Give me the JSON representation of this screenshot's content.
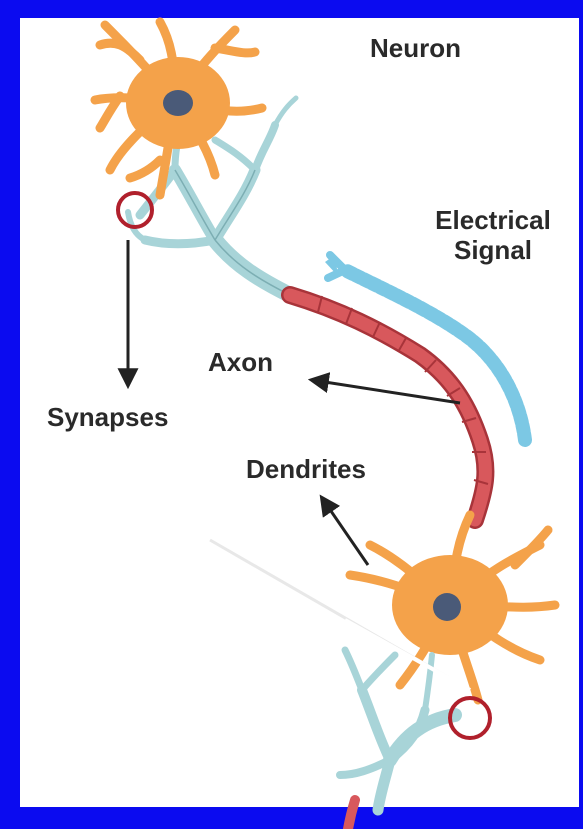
{
  "labels": {
    "neuron": "Neuron",
    "electrical_signal_line1": "Electrical",
    "electrical_signal_line2": "Signal",
    "axon": "Axon",
    "synapses": "Synapses",
    "dendrites": "Dendrites"
  },
  "colors": {
    "frame": "#0b0bf0",
    "cell_body": "#f4a24a",
    "nucleus": "#4a5a78",
    "dendrite": "#a8d4d8",
    "axon": "#d8585c",
    "signal_arrow": "#7cc8e4",
    "synapse_circle": "#b0202c",
    "arrow": "#222222"
  },
  "icons": [
    "neuron-cell-icon",
    "synapse-circle-icon",
    "signal-arrow-icon"
  ]
}
